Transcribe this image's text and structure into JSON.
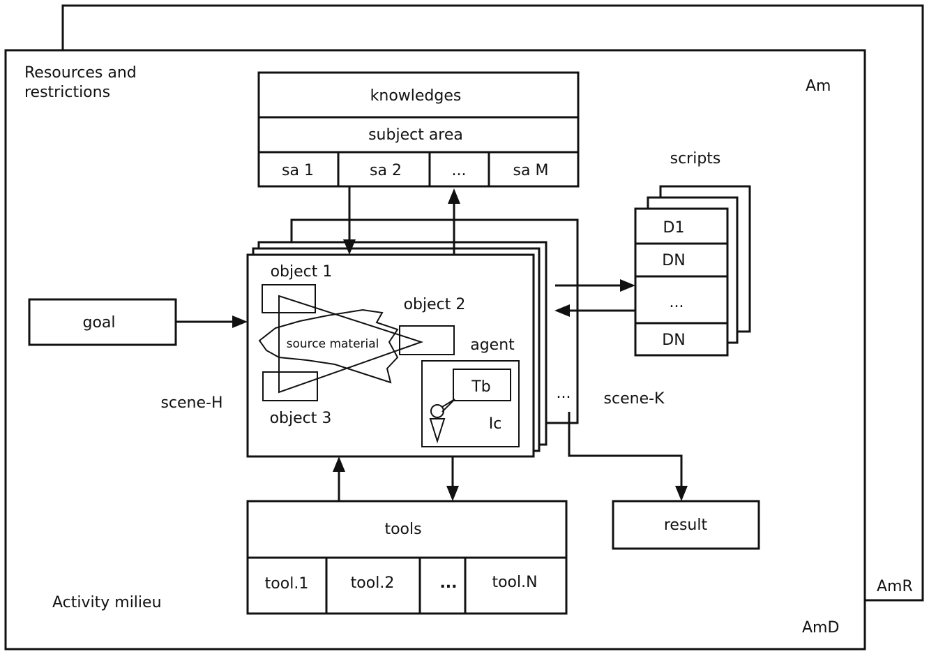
{
  "labels": {
    "resources_line1": "Resources and",
    "resources_line2": "restrictions",
    "am": "Am",
    "amr": "AmR",
    "amd": "AmD",
    "activity_milieu": "Activity milieu",
    "knowledges": "knowledges",
    "subject_area": "subject area",
    "sa_items": [
      "sa 1",
      "sa 2",
      "...",
      "sa M"
    ],
    "scripts": "scripts",
    "script_items": [
      "D1",
      "DN",
      "...",
      "DN"
    ],
    "goal": "goal",
    "object1": "object 1",
    "object2": "object 2",
    "object3": "object 3",
    "source_material": "source material",
    "agent": "agent",
    "tb": "Tb",
    "ic": "Ic",
    "scene_h": "scene-H",
    "scene_k": "scene-K",
    "scene_dots": "...",
    "tools": "tools",
    "tool_items": [
      "tool.1",
      "tool.2",
      "...",
      "tool.N"
    ],
    "result": "result"
  }
}
